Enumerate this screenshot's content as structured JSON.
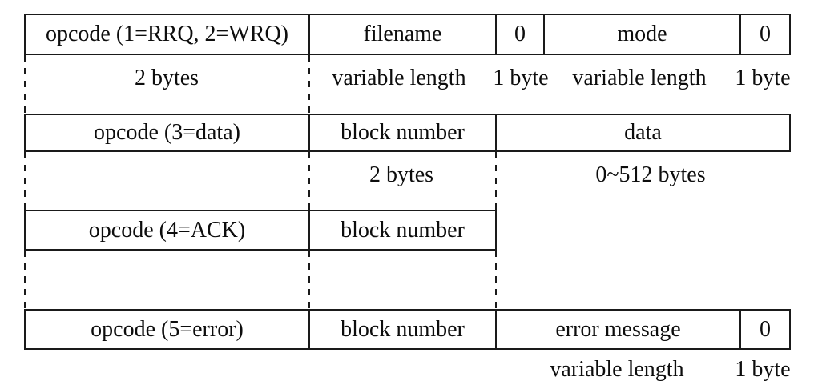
{
  "colors": {
    "line": "#1a1a1a",
    "text": "#0d0d0d",
    "background": "#ffffff"
  },
  "packets": {
    "request": {
      "opcode": "opcode (1=RRQ, 2=WRQ)",
      "filename": "filename",
      "zero_after_filename": "0",
      "mode": "mode",
      "zero_after_mode": "0",
      "size_opcode": "2 bytes",
      "size_filename": "variable length",
      "size_zero_after_filename": "1 byte",
      "size_mode": "variable length",
      "size_zero_after_mode": "1 byte"
    },
    "data": {
      "opcode": "opcode (3=data)",
      "block_number": "block number",
      "data": "data",
      "size_block_number": "2 bytes",
      "size_data": "0~512 bytes"
    },
    "ack": {
      "opcode": "opcode (4=ACK)",
      "block_number": "block number"
    },
    "error": {
      "opcode": "opcode (5=error)",
      "block_number": "block number",
      "error_message": "error message",
      "zero_after_message": "0",
      "size_error_message": "variable length",
      "size_zero_after_message": "1 byte"
    }
  }
}
